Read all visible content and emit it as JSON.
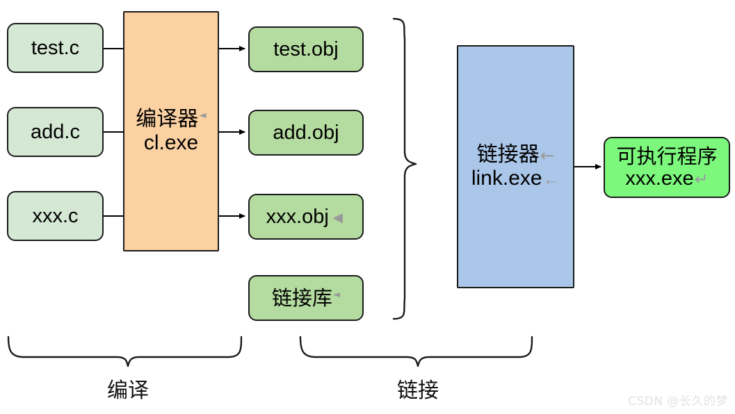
{
  "diagram": {
    "title": "C compilation and linking process",
    "colors": {
      "source_fill": "#d5e8d4",
      "object_fill": "#b4dba0",
      "compiler_fill": "#fbd1a2",
      "linker_fill": "#aac6e8",
      "executable_fill": "#7cf87c",
      "stroke": "#1a1a1a",
      "watermark": "#e2e2e2"
    },
    "sources": [
      {
        "label": "test.c"
      },
      {
        "label": "add.c"
      },
      {
        "label": "xxx.c"
      }
    ],
    "compiler": {
      "line1": "编译器",
      "line2": "cl.exe",
      "caret": "◄"
    },
    "objects": [
      {
        "label": "test.obj",
        "caret": ""
      },
      {
        "label": "add.obj",
        "caret": ""
      },
      {
        "label": "xxx.obj",
        "caret": "◄"
      },
      {
        "label": "链接库",
        "caret": "◄"
      }
    ],
    "linker": {
      "line1": "链接器",
      "line2": "link.exe",
      "caret1": "←",
      "caret2": "←"
    },
    "executable": {
      "line1": "可执行程序",
      "line2": "xxx.exe",
      "caret": "↵"
    },
    "phases": [
      {
        "label": "编译"
      },
      {
        "label": "链接"
      }
    ],
    "watermark": "CSDN @长久的梦"
  }
}
